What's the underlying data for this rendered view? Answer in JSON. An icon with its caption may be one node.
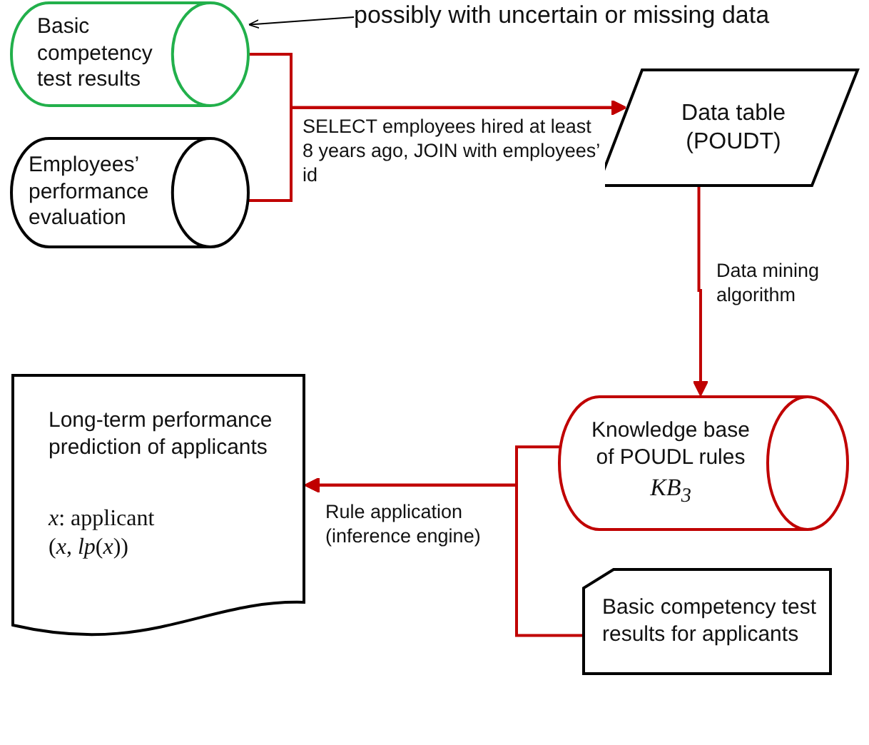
{
  "diagram": {
    "nodes": [
      {
        "text": [
          "Basic competency test results"
        ]
      },
      {
        "text": [
          "Employees’ performance evaluation"
        ]
      },
      {
        "text": [
          "Data table (POUDT)"
        ]
      },
      {
        "text": [
          "Knowledge base of POUDL rules",
          "KB$_{3}$"
        ]
      },
      {
        "text": [
          "Long-term performance prediction of applicants",
          "*x*: applicant",
          "(*x*, *lp*(*x*))"
        ]
      },
      {
        "text": [
          "Basic competency test results for applicants"
        ]
      },
      {
        "text": [
          "possibly with uncertain or missing data"
        ]
      }
    ],
    "edges": [
      {
        "from": 0,
        "to": 2,
        "arrow": "to",
        "label": "SELECT employees hired at least 8 years ago, JOIN with employees’ id"
      },
      {
        "from": 1,
        "to": 2,
        "arrow": "to"
      },
      {
        "from": 2,
        "to": 3,
        "arrow": "to",
        "label": "Data mining algorithm"
      },
      {
        "from": 3,
        "to": 4,
        "arrow": "to",
        "label": "Rule application (inference engine)"
      },
      {
        "from": 5,
        "to": 4,
        "arrow": "to"
      },
      {
        "from": 6,
        "to": 0,
        "arrow": "to",
        "color": "#000000"
      }
    ]
  }
}
